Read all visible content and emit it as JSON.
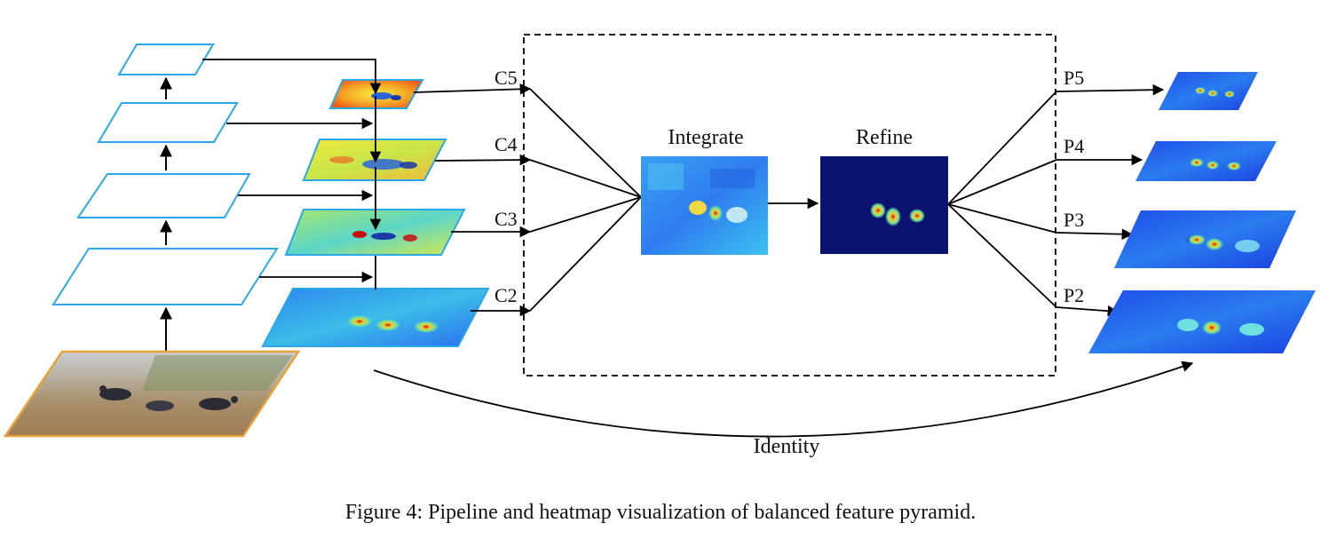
{
  "labels": {
    "c5": "C5",
    "c4": "C4",
    "c3": "C3",
    "c2": "C2",
    "p5": "P5",
    "p4": "P4",
    "p3": "P3",
    "p2": "P2",
    "integrate": "Integrate",
    "refine": "Refine",
    "identity": "Identity"
  },
  "caption": "Figure 4: Pipeline and heatmap visualization of balanced feature pyramid.",
  "colors": {
    "pyramid_outline": "#2aa7e6",
    "photo_border": "#e8a23a",
    "arrow": "#000000",
    "heat_low": "#1f3fe0",
    "heat_mid": "#e8e83a",
    "heat_high": "#e23a1a",
    "refine_bg": "#0a1470"
  }
}
